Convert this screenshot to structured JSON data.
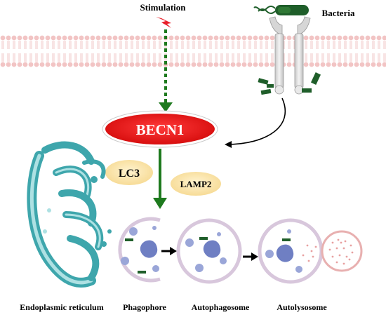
{
  "labels": {
    "stimulation": "Stimulation",
    "bacteria": "Bacteria",
    "becn1": "BECN1",
    "lc3": "LC3",
    "lamp2": "LAMP2",
    "er": "Endoplasmic reticulum",
    "phagophore": "Phagophore",
    "autophagosome": "Autophagosome",
    "autolysosome": "Autolysosome"
  },
  "colors": {
    "membrane_head": "#f2c4c4",
    "membrane_tail": "#f7dcdc",
    "arrow_green": "#1e7a1e",
    "becn1_red": "#e81414",
    "lc3_fill": "#fbe3a6",
    "er_teal": "#3ea6ac",
    "vesicle_ring": "#d8c7dc",
    "cargo_blue": "#9aa6d8",
    "bacteria_green": "#1f5e2a",
    "lysosome_dot": "#e8a0a0"
  },
  "icons": {
    "stimulation": "lightning-bolt-icon",
    "receptor": "receptor-icon",
    "bacteria": "bacterium-icon"
  }
}
